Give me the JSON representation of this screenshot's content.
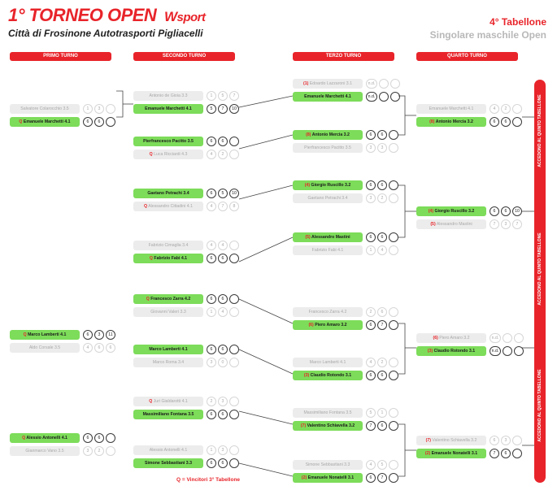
{
  "header": {
    "title": "1° TORNEO OPEN",
    "brand": "sport",
    "subtitle": "Città di Frosinone Autotrasporti Pigliacelli",
    "board": "4° Tabellone",
    "category": "Singolare maschile Open"
  },
  "rounds": [
    "PRIMO TURNO",
    "SECONDO TURNO",
    "TERZO TURNO",
    "QUARTO TURNO"
  ],
  "side_label": "ACCEDONO AL QUINTO TABELLONE",
  "legend": "Q = Vincitori 3° Tabellone",
  "round1": [
    {
      "p1": {
        "tag": "",
        "name": "Salvatore Colarocchio 3.5",
        "win": false,
        "scores": [
          "1",
          "3",
          ""
        ]
      },
      "p2": {
        "tag": "Q",
        "name": "Emanuele Marchetti 4.1",
        "win": true,
        "scores": [
          "6",
          "6",
          ""
        ]
      }
    },
    {
      "p1": {
        "tag": "Q",
        "name": "Marco Lamberti 4.1",
        "win": true,
        "scores": [
          "6",
          "3",
          "11"
        ]
      },
      "p2": {
        "tag": "",
        "name": "Aldo Corsale 3.5",
        "win": false,
        "scores": [
          "4",
          "6",
          "6"
        ]
      }
    },
    {
      "p1": {
        "tag": "Q",
        "name": "Alessio Antonelli 4.1",
        "win": true,
        "scores": [
          "6",
          "6",
          ""
        ]
      },
      "p2": {
        "tag": "",
        "name": "Gianmarco Vano 3.5",
        "win": false,
        "scores": [
          "3",
          "2",
          ""
        ]
      }
    }
  ],
  "round2": [
    {
      "p1": {
        "tag": "",
        "name": "Antonio de Gioia 3.3",
        "win": false,
        "scores": [
          "1",
          "5",
          "7"
        ]
      },
      "p2": {
        "tag": "",
        "name": "Emanuele Marchetti 4.1",
        "win": true,
        "scores": [
          "5",
          "7",
          "10"
        ]
      }
    },
    {
      "p1": {
        "tag": "",
        "name": "Pierfrancesco Pacitto 3.5",
        "win": true,
        "scores": [
          "6",
          "6",
          ""
        ]
      },
      "p2": {
        "tag": "Q",
        "name": "Luca Ricciardi 4.3",
        "win": false,
        "scores": [
          "4",
          "2",
          ""
        ]
      }
    },
    {
      "p1": {
        "tag": "",
        "name": "Gaetano Petrachi 3.4",
        "win": true,
        "scores": [
          "6",
          "5",
          "10"
        ]
      },
      "p2": {
        "tag": "Q",
        "name": "Alessandro Cittadini 4.1",
        "win": false,
        "scores": [
          "4",
          "7",
          "8"
        ]
      }
    },
    {
      "p1": {
        "tag": "",
        "name": "Fabrizio Cimaglia 3.4",
        "win": false,
        "scores": [
          "4",
          "4",
          ""
        ]
      },
      "p2": {
        "tag": "Q",
        "name": "Fabrizio Fabi 4.1",
        "win": true,
        "scores": [
          "6",
          "6",
          ""
        ]
      }
    },
    {
      "p1": {
        "tag": "Q",
        "name": "Francesco Zarra 4.2",
        "win": true,
        "scores": [
          "6",
          "6",
          ""
        ]
      },
      "p2": {
        "tag": "",
        "name": "Giovanni Valeri 3.3",
        "win": false,
        "scores": [
          "1",
          "4",
          ""
        ]
      }
    },
    {
      "p1": {
        "tag": "",
        "name": "Marco Lamberti 4.1",
        "win": true,
        "scores": [
          "6",
          "6",
          ""
        ]
      },
      "p2": {
        "tag": "",
        "name": "Marco Roma 3.4",
        "win": false,
        "scores": [
          "3",
          "0",
          ""
        ]
      }
    },
    {
      "p1": {
        "tag": "Q",
        "name": "Juri Gialdarotti 4.1",
        "win": false,
        "scores": [
          "2",
          "3",
          ""
        ]
      },
      "p2": {
        "tag": "",
        "name": "Massimiliano Fontana 3.5",
        "win": true,
        "scores": [
          "6",
          "6",
          ""
        ]
      }
    },
    {
      "p1": {
        "tag": "",
        "name": "Alessio Antonelli 4.1",
        "win": false,
        "scores": [
          "1",
          "3",
          ""
        ]
      },
      "p2": {
        "tag": "",
        "name": "Simone Sebbastiani 3.3",
        "win": true,
        "scores": [
          "6",
          "6",
          ""
        ]
      }
    }
  ],
  "round3": [
    {
      "p1": {
        "tag": "(1)",
        "name": "Edoardo Lazzaroni 3.1",
        "win": false,
        "scores": [
          "n.d.",
          "",
          ""
        ]
      },
      "p2": {
        "tag": "",
        "name": "Emanuele Marchetti 4.1",
        "win": true,
        "scores": [
          "n.d.",
          "",
          ""
        ]
      }
    },
    {
      "p1": {
        "tag": "(8)",
        "name": "Antonio Mercia 3.2",
        "win": true,
        "scores": [
          "6",
          "6",
          ""
        ]
      },
      "p2": {
        "tag": "",
        "name": "Pierfrancesco Pacitto 3.5",
        "win": false,
        "scores": [
          "3",
          "3",
          ""
        ]
      }
    },
    {
      "p1": {
        "tag": "(4)",
        "name": "Giorgio Ruscillo 3.2",
        "win": true,
        "scores": [
          "6",
          "6",
          ""
        ]
      },
      "p2": {
        "tag": "",
        "name": "Gaetano Petrachi 3.4",
        "win": false,
        "scores": [
          "3",
          "2",
          ""
        ]
      }
    },
    {
      "p1": {
        "tag": "(5)",
        "name": "Alessandro Mastini",
        "win": true,
        "scores": [
          "6",
          "6",
          ""
        ]
      },
      "p2": {
        "tag": "",
        "name": "Fabrizio Fabi 4.1",
        "win": false,
        "scores": [
          "1",
          "4",
          ""
        ]
      }
    },
    {
      "p1": {
        "tag": "",
        "name": "Francesco Zarra 4.2",
        "win": false,
        "scores": [
          "2",
          "6",
          ""
        ]
      },
      "p2": {
        "tag": "(6)",
        "name": "Piero Amaro 3.2",
        "win": true,
        "scores": [
          "6",
          "7",
          ""
        ]
      }
    },
    {
      "p1": {
        "tag": "",
        "name": "Marco Lamberti 4.1",
        "win": false,
        "scores": [
          "4",
          "2",
          ""
        ]
      },
      "p2": {
        "tag": "(3)",
        "name": "Claudio Rotondo 3.1",
        "win": true,
        "scores": [
          "6",
          "6",
          ""
        ]
      }
    },
    {
      "p1": {
        "tag": "",
        "name": "Massimiliano Fontana 3.5",
        "win": false,
        "scores": [
          "5",
          "1",
          ""
        ]
      },
      "p2": {
        "tag": "(7)",
        "name": "Valentino Schiavella 3.2",
        "win": true,
        "scores": [
          "7",
          "6",
          ""
        ]
      }
    },
    {
      "p1": {
        "tag": "",
        "name": "Simone Sebbastiani 3.3",
        "win": false,
        "scores": [
          "4",
          "5",
          ""
        ]
      },
      "p2": {
        "tag": "(2)",
        "name": "Emanuele Nonatelli 3.1",
        "win": true,
        "scores": [
          "6",
          "7",
          ""
        ]
      }
    }
  ],
  "round4": [
    {
      "p1": {
        "tag": "",
        "name": "Emanuele Marchetti 4.1",
        "win": false,
        "scores": [
          "4",
          "2",
          ""
        ]
      },
      "p2": {
        "tag": "(8)",
        "name": "Antonio Mercia 3.2",
        "win": true,
        "scores": [
          "6",
          "6",
          ""
        ]
      }
    },
    {
      "p1": {
        "tag": "(4)",
        "name": "Giorgio Ruscillo 3.2",
        "win": true,
        "scores": [
          "6",
          "6",
          "10"
        ]
      },
      "p2": {
        "tag": "(5)",
        "name": "Alessandro Mastini",
        "win": false,
        "scores": [
          "7",
          "3",
          "7"
        ]
      }
    },
    {
      "p1": {
        "tag": "(6)",
        "name": "Piero Amaro 3.2",
        "win": false,
        "scores": [
          "n.d.",
          "",
          ""
        ]
      },
      "p2": {
        "tag": "(3)",
        "name": "Claudio Rotondo 3.1",
        "win": true,
        "scores": [
          "n.d.",
          "",
          ""
        ]
      }
    },
    {
      "p1": {
        "tag": "(7)",
        "name": "Valentino Schiavella 3.2",
        "win": false,
        "scores": [
          "6",
          "3",
          ""
        ]
      },
      "p2": {
        "tag": "(2)",
        "name": "Emanuele Nonatelli 3.1",
        "win": true,
        "scores": [
          "7",
          "6",
          ""
        ]
      }
    }
  ],
  "colors": {
    "accent": "#e8242a",
    "winner": "#7ddc5a",
    "loser": "#ececec"
  }
}
